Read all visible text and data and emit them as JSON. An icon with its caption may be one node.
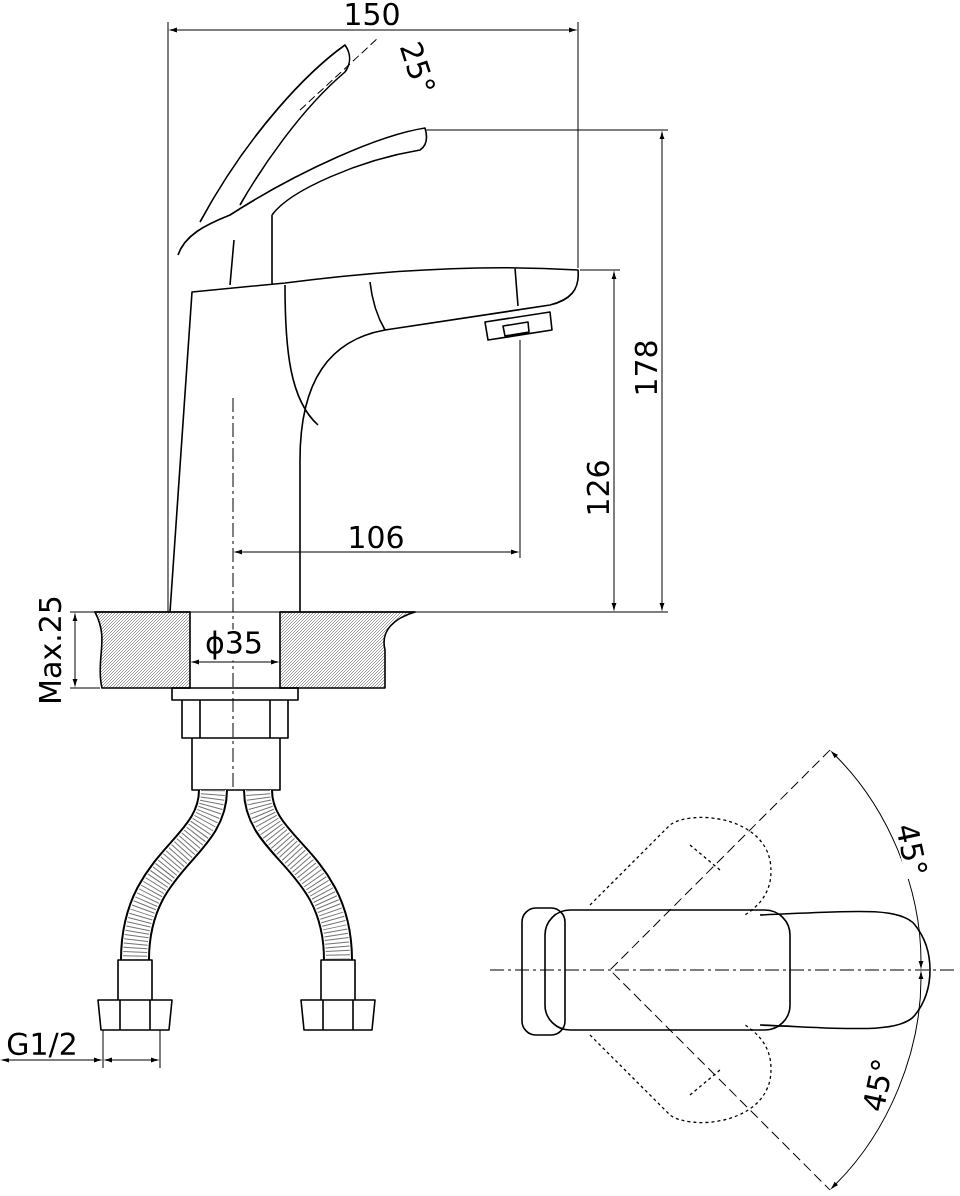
{
  "diagram": {
    "labels": [
      "150",
      "25°",
      "178",
      "126",
      "106",
      "Max.25",
      "ϕ35",
      "G1/2",
      "45°",
      "45°"
    ]
  }
}
